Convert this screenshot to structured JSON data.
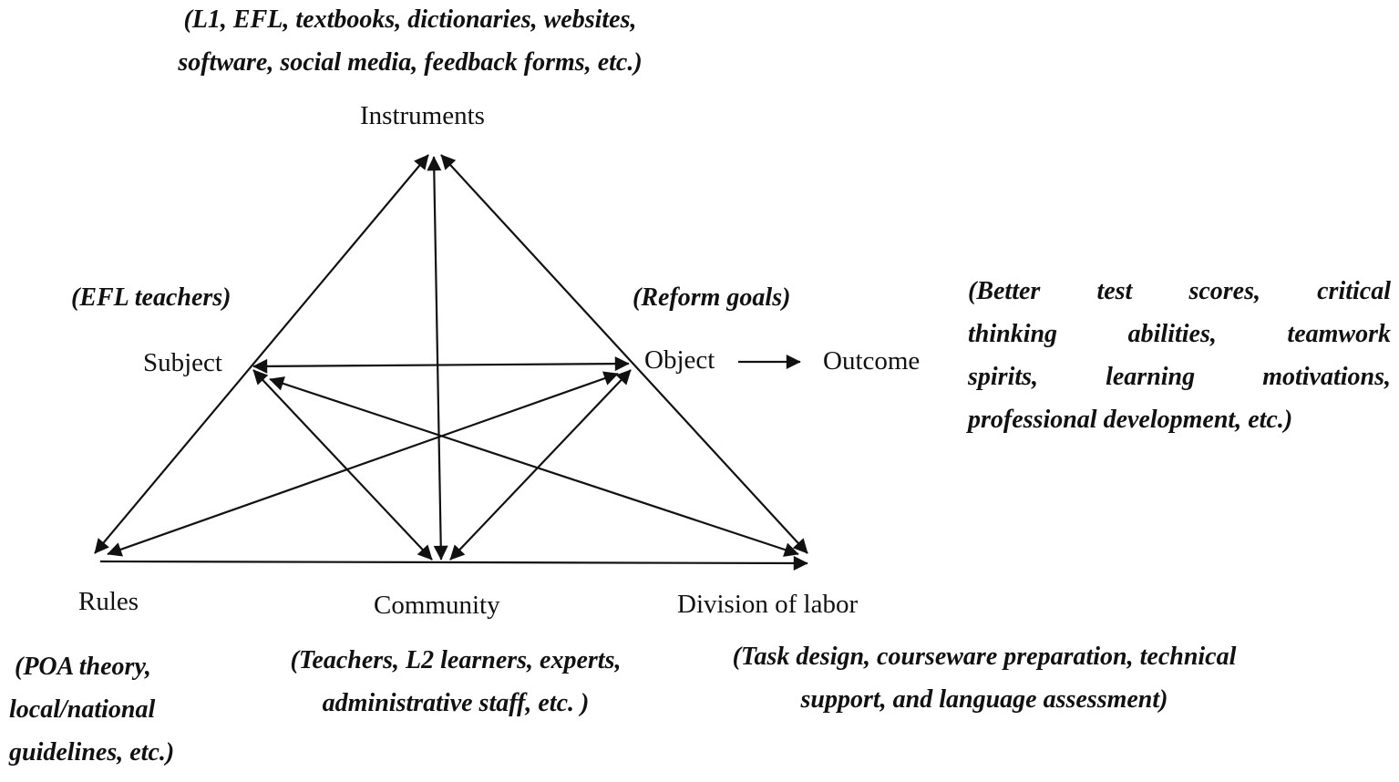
{
  "nodes": {
    "instruments": "Instruments",
    "subject": "Subject",
    "object": "Object",
    "outcome": "Outcome",
    "rules": "Rules",
    "community": "Community",
    "division": "Division of labor"
  },
  "notes": {
    "instruments": [
      "(L1, EFL, textbooks, dictionaries, websites,",
      "software, social media, feedback forms, etc.)"
    ],
    "subject": [
      "(EFL teachers)"
    ],
    "object": [
      "(Reform goals)"
    ],
    "outcome": [
      "(Better test scores, critical",
      "thinking abilities, teamwork",
      "spirits, learning motivations,",
      "professional development, etc.)"
    ],
    "rules": [
      "(POA theory,",
      "local/national",
      "guidelines, etc.)"
    ],
    "community": [
      "(Teachers, L2 learners, experts,",
      "administrative staff, etc. )"
    ],
    "division": [
      "(Task design, courseware preparation, technical",
      "support, and language assessment)"
    ]
  }
}
